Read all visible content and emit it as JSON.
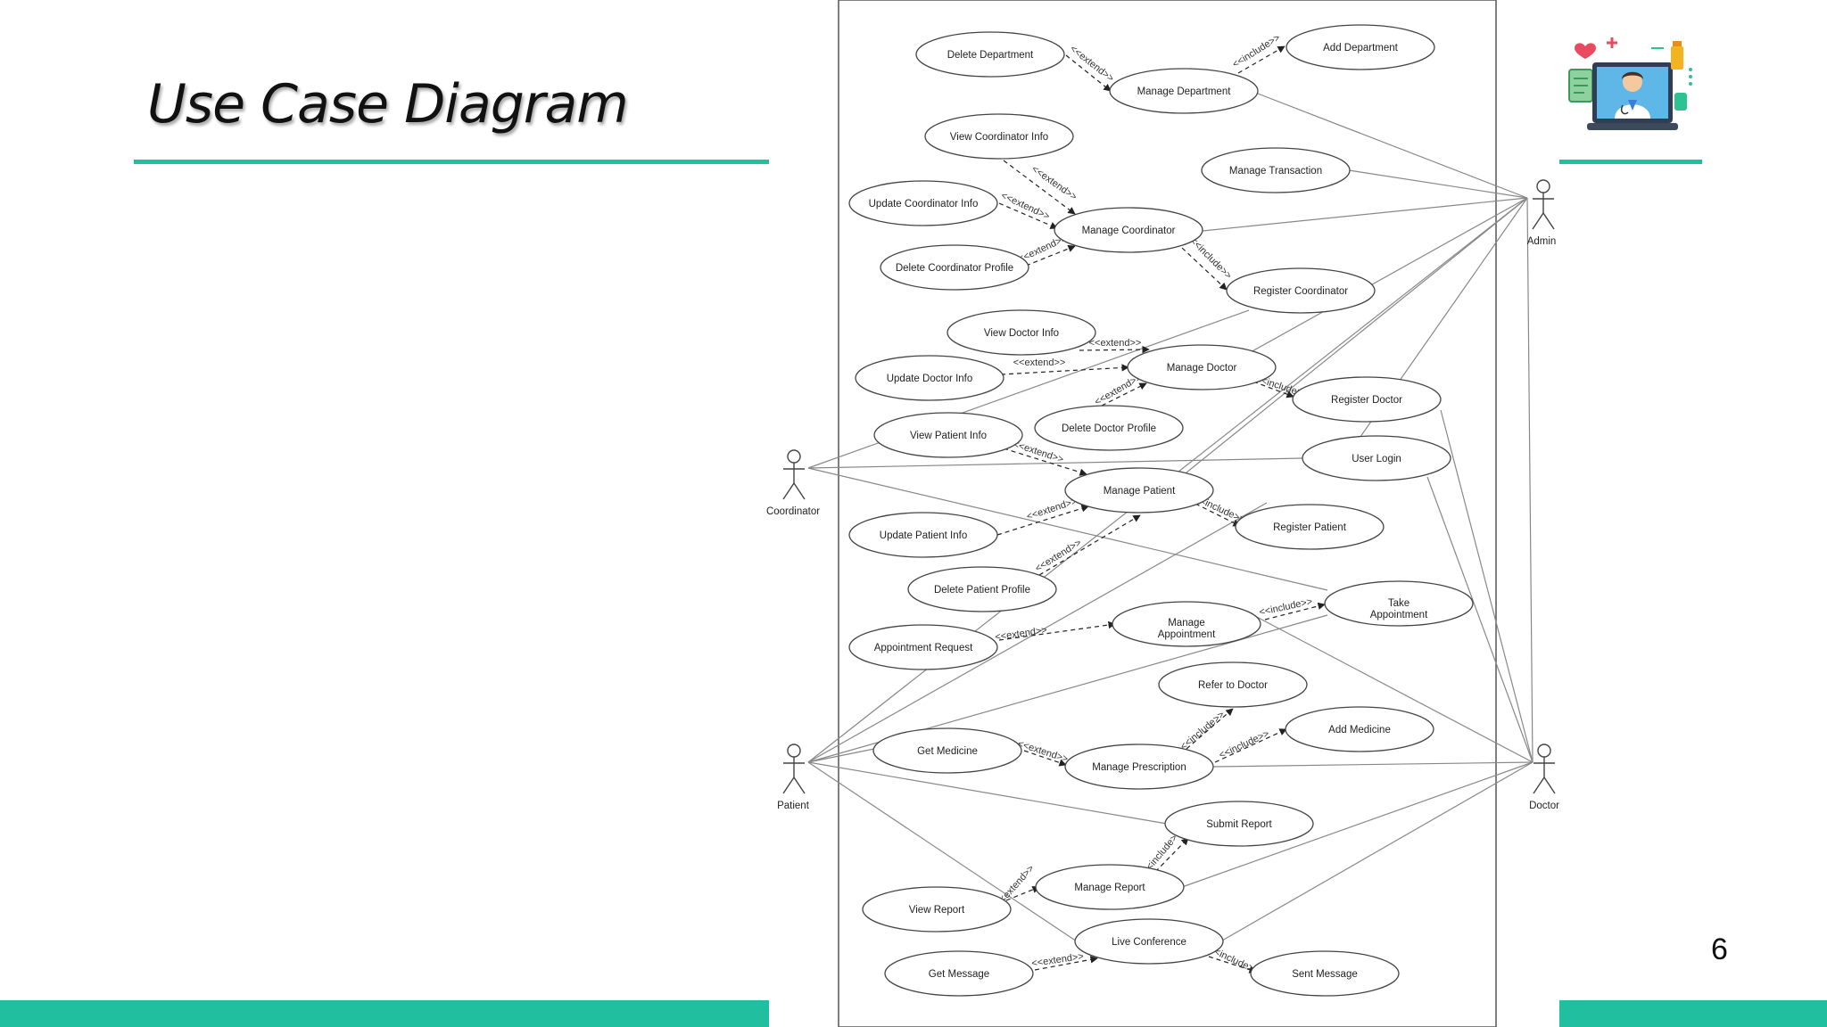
{
  "slide": {
    "title": "Use Case Diagram",
    "page_number": "6",
    "accent_color": "#1fbf9f"
  },
  "logo": {
    "icon": "doctor-laptop-icon"
  },
  "diagram": {
    "actors": {
      "coordinator": "Coordinator",
      "admin": "Admin",
      "patient": "Patient",
      "doctor": "Doctor"
    },
    "use_cases": {
      "delete_department": "Delete Department",
      "manage_department": "Manage Department",
      "add_department": "Add Department",
      "view_coordinator_info": "View Coordinator Info",
      "manage_transaction": "Manage Transaction",
      "update_coordinator_info": "Update Coordinator Info",
      "manage_coordinator": "Manage Coordinator",
      "delete_coordinator_profile": "Delete Coordinator Profile",
      "register_coordinator": "Register Coordinator",
      "view_doctor_info": "View Doctor Info",
      "update_doctor_info": "Update Doctor Info",
      "manage_doctor": "Manage Doctor",
      "register_doctor": "Register Doctor",
      "view_patient_info": "View Patient Info",
      "delete_doctor_profile": "Delete Doctor Profile",
      "user_login": "User Login",
      "manage_patient": "Manage Patient",
      "update_patient_info": "Update Patient Info",
      "register_patient": "Register Patient",
      "delete_patient_profile": "Delete Patient Profile",
      "take_appointment_1": "Take",
      "take_appointment_2": "Appointment",
      "manage_appointment_1": "Manage",
      "manage_appointment_2": "Appointment",
      "appointment_request": "Appointment Request",
      "refer_to_doctor": "Refer to Doctor",
      "add_medicine": "Add Medicine",
      "get_medicine": "Get Medicine",
      "manage_prescription": "Manage Prescription",
      "submit_report": "Submit Report",
      "manage_report": "Manage Report",
      "view_report": "View Report",
      "live_conference": "Live Conference",
      "get_message": "Get Message",
      "sent_message": "Sent Message"
    },
    "relations": {
      "extend": "<<extend>>",
      "include": "<<include>>"
    }
  }
}
